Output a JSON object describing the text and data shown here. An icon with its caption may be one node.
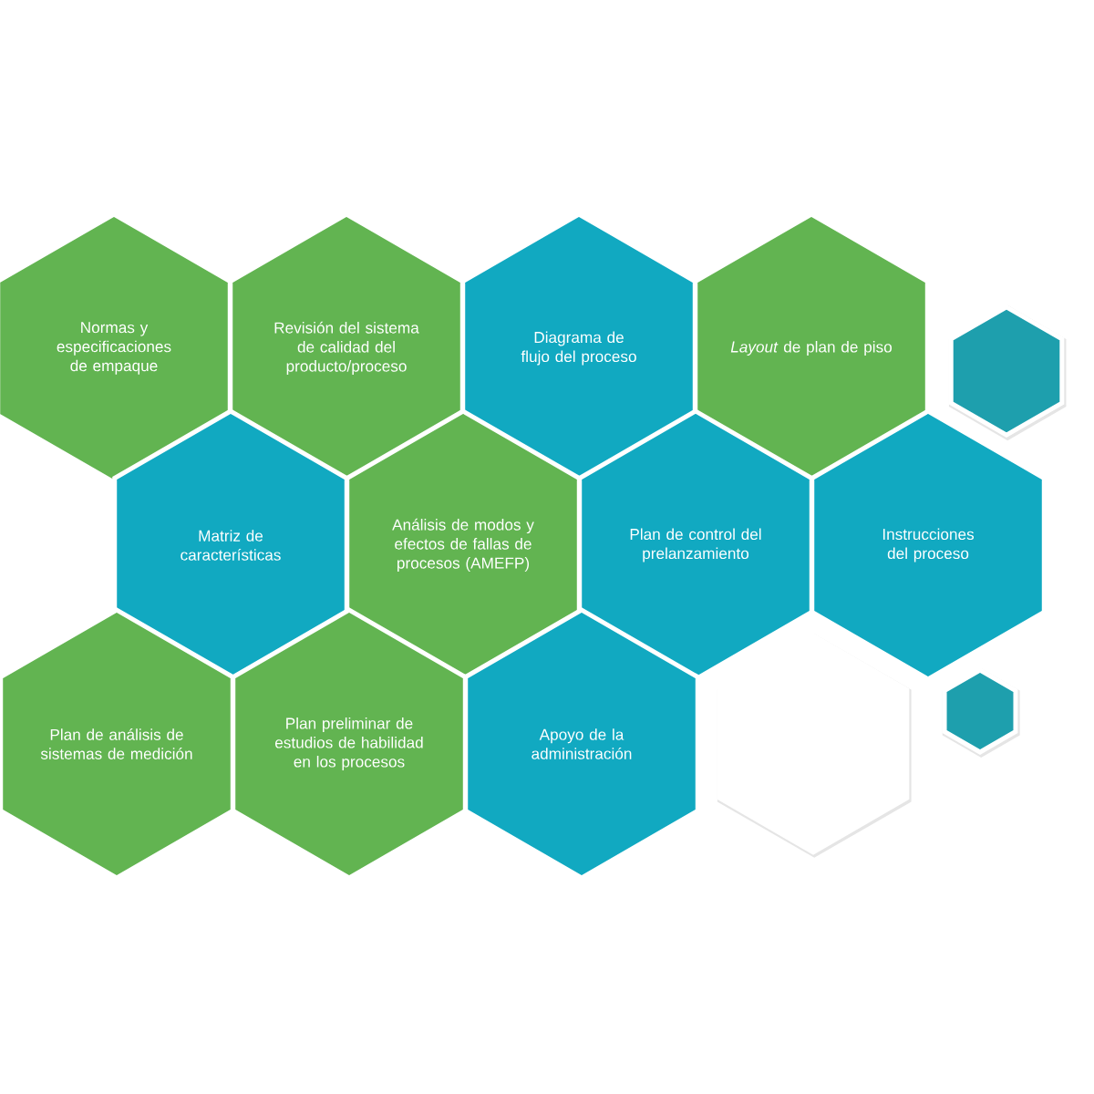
{
  "diagram": {
    "nodes": [
      {
        "text": [
          "Normas y especificaciones de empaque"
        ]
      },
      {
        "text": [
          "Revisión del sistema de calidad del producto/proceso"
        ]
      },
      {
        "text": [
          "Diagrama de flujo del proceso"
        ]
      },
      {
        "text": [
          "*Layout* de plan de piso"
        ]
      },
      {
        "text": [],
        "shape": "hexagon"
      },
      {
        "text": [
          "Matriz de características"
        ]
      },
      {
        "text": [
          "Análisis de modos y efectos de fallas de procesos (AMEFP)"
        ]
      },
      {
        "text": [
          "Plan de control del prelanzamiento"
        ]
      },
      {
        "text": [
          "Instrucciones del proceso"
        ]
      },
      {
        "text": [
          "Plan de análisis de sistemas de medición"
        ]
      },
      {
        "text": [
          "Plan preliminar de estudios de habilidad en los procesos"
        ]
      },
      {
        "text": [
          "Apoyo de la administración"
        ]
      },
      {
        "text": [],
        "shape": "hexagon"
      },
      {
        "text": [],
        "shape": "hexagon"
      }
    ]
  }
}
